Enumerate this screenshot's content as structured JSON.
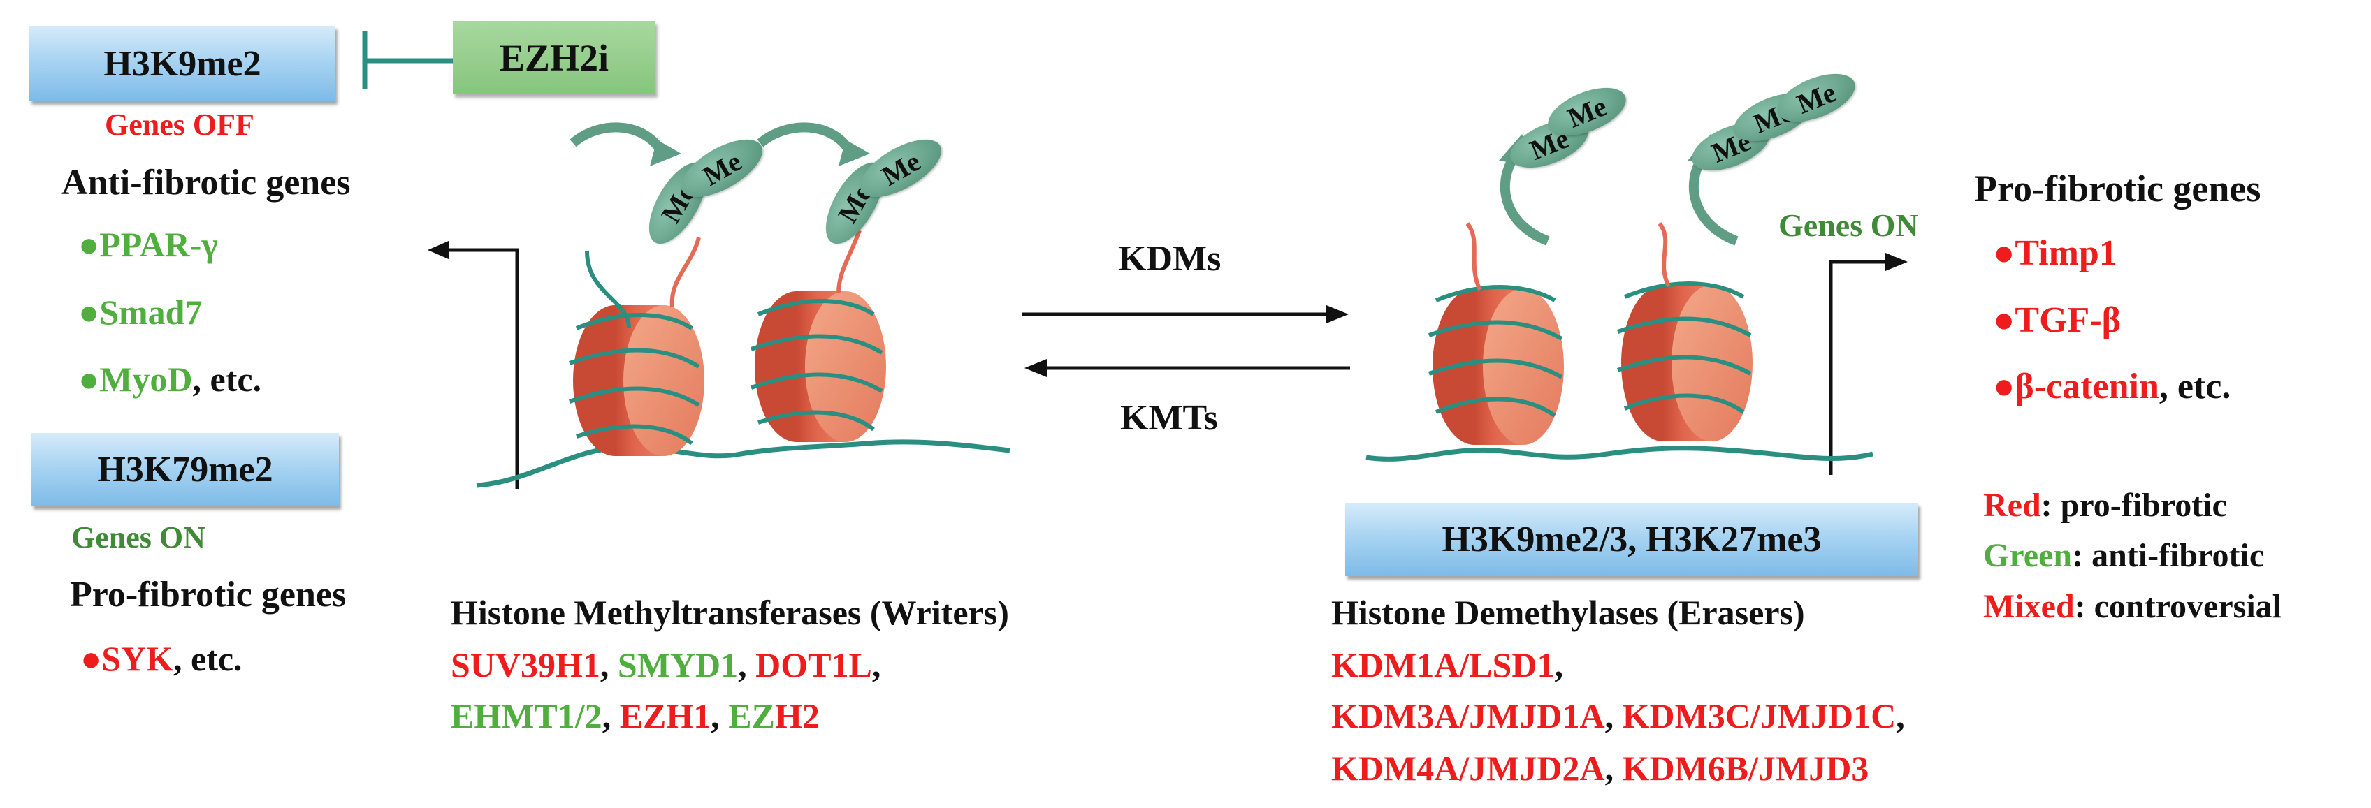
{
  "left": {
    "h3k9me2_label": "H3K9me2",
    "ezh2i_label": "EZH2i",
    "genes_off": "Genes OFF",
    "anti_fibrotic_heading": "Anti-fibrotic genes",
    "anti_genes": [
      {
        "bullet": "●",
        "name": "PPAR-γ",
        "suffix": ""
      },
      {
        "bullet": "●",
        "name": "Smad7",
        "suffix": ""
      },
      {
        "bullet": "●",
        "name": "MyoD",
        "suffix": ", etc."
      }
    ],
    "h3k79me2_label": "H3K79me2",
    "genes_on": "Genes ON",
    "pro_fibrotic_heading": "Pro-fibrotic genes",
    "pro_gene": {
      "bullet": "●",
      "name": "SYK",
      "suffix": ", etc."
    }
  },
  "center": {
    "kdms_label": "KDMs",
    "kmts_label": "KMTs",
    "methyl_label": "Me"
  },
  "writers": {
    "heading": "Histone Methyltransferases (Writers)",
    "line1": [
      {
        "text": "SUV39H1",
        "color": "red"
      },
      {
        "text": ", ",
        "color": "black"
      },
      {
        "text": "SMYD1",
        "color": "green"
      },
      {
        "text": ", ",
        "color": "black"
      },
      {
        "text": "DOT1L",
        "color": "red"
      },
      {
        "text": ",",
        "color": "black"
      }
    ],
    "line2": [
      {
        "text": "EHMT1/2",
        "color": "green"
      },
      {
        "text": ", ",
        "color": "black"
      },
      {
        "text": "EZH1",
        "color": "red"
      },
      {
        "text": ", ",
        "color": "black"
      },
      {
        "text": "EZ",
        "color": "green"
      },
      {
        "text": "H2",
        "color": "red"
      }
    ]
  },
  "right": {
    "genes_on": "Genes ON",
    "pro_fibrotic_heading": "Pro-fibrotic genes",
    "pro_genes": [
      {
        "bullet": "●",
        "name": "Timp1",
        "suffix": ""
      },
      {
        "bullet": "●",
        "name": "TGF-β",
        "suffix": ""
      },
      {
        "bullet": "●",
        "name": "β-catenin",
        "suffix": ", etc."
      }
    ],
    "h3k_box_label": "H3K9me2/3, H3K27me3"
  },
  "erasers": {
    "heading": "Histone Demethylases (Erasers)",
    "line1": [
      {
        "text": "KDM1A/LSD1",
        "color": "red"
      },
      {
        "text": ",",
        "color": "black"
      }
    ],
    "line2": [
      {
        "text": "KDM3A/JMJD1A",
        "color": "red"
      },
      {
        "text": ", ",
        "color": "black"
      },
      {
        "text": "KDM3C/JMJD1C",
        "color": "red"
      },
      {
        "text": ",",
        "color": "black"
      }
    ],
    "line3": [
      {
        "text": "KDM4A/JMJD2A",
        "color": "red"
      },
      {
        "text": ", ",
        "color": "black"
      },
      {
        "text": "KDM6B/JMJD3",
        "color": "red"
      }
    ]
  },
  "legend": [
    {
      "key": "Red",
      "desc": ": pro-fibrotic",
      "color": "red"
    },
    {
      "key": "Green",
      "desc": ": anti-fibrotic",
      "color": "green"
    },
    {
      "key": "Mixed",
      "desc": ": controversial",
      "color": "red"
    }
  ],
  "colors": {
    "red": "#ee1c1c",
    "green": "#4fae3e",
    "dark_green": "#3f8a37",
    "black": "#111111",
    "dna": "#2a8f80",
    "histone_face": "#e87058",
    "histone_side": "#d9573f",
    "methyl": "#5f9e85"
  }
}
